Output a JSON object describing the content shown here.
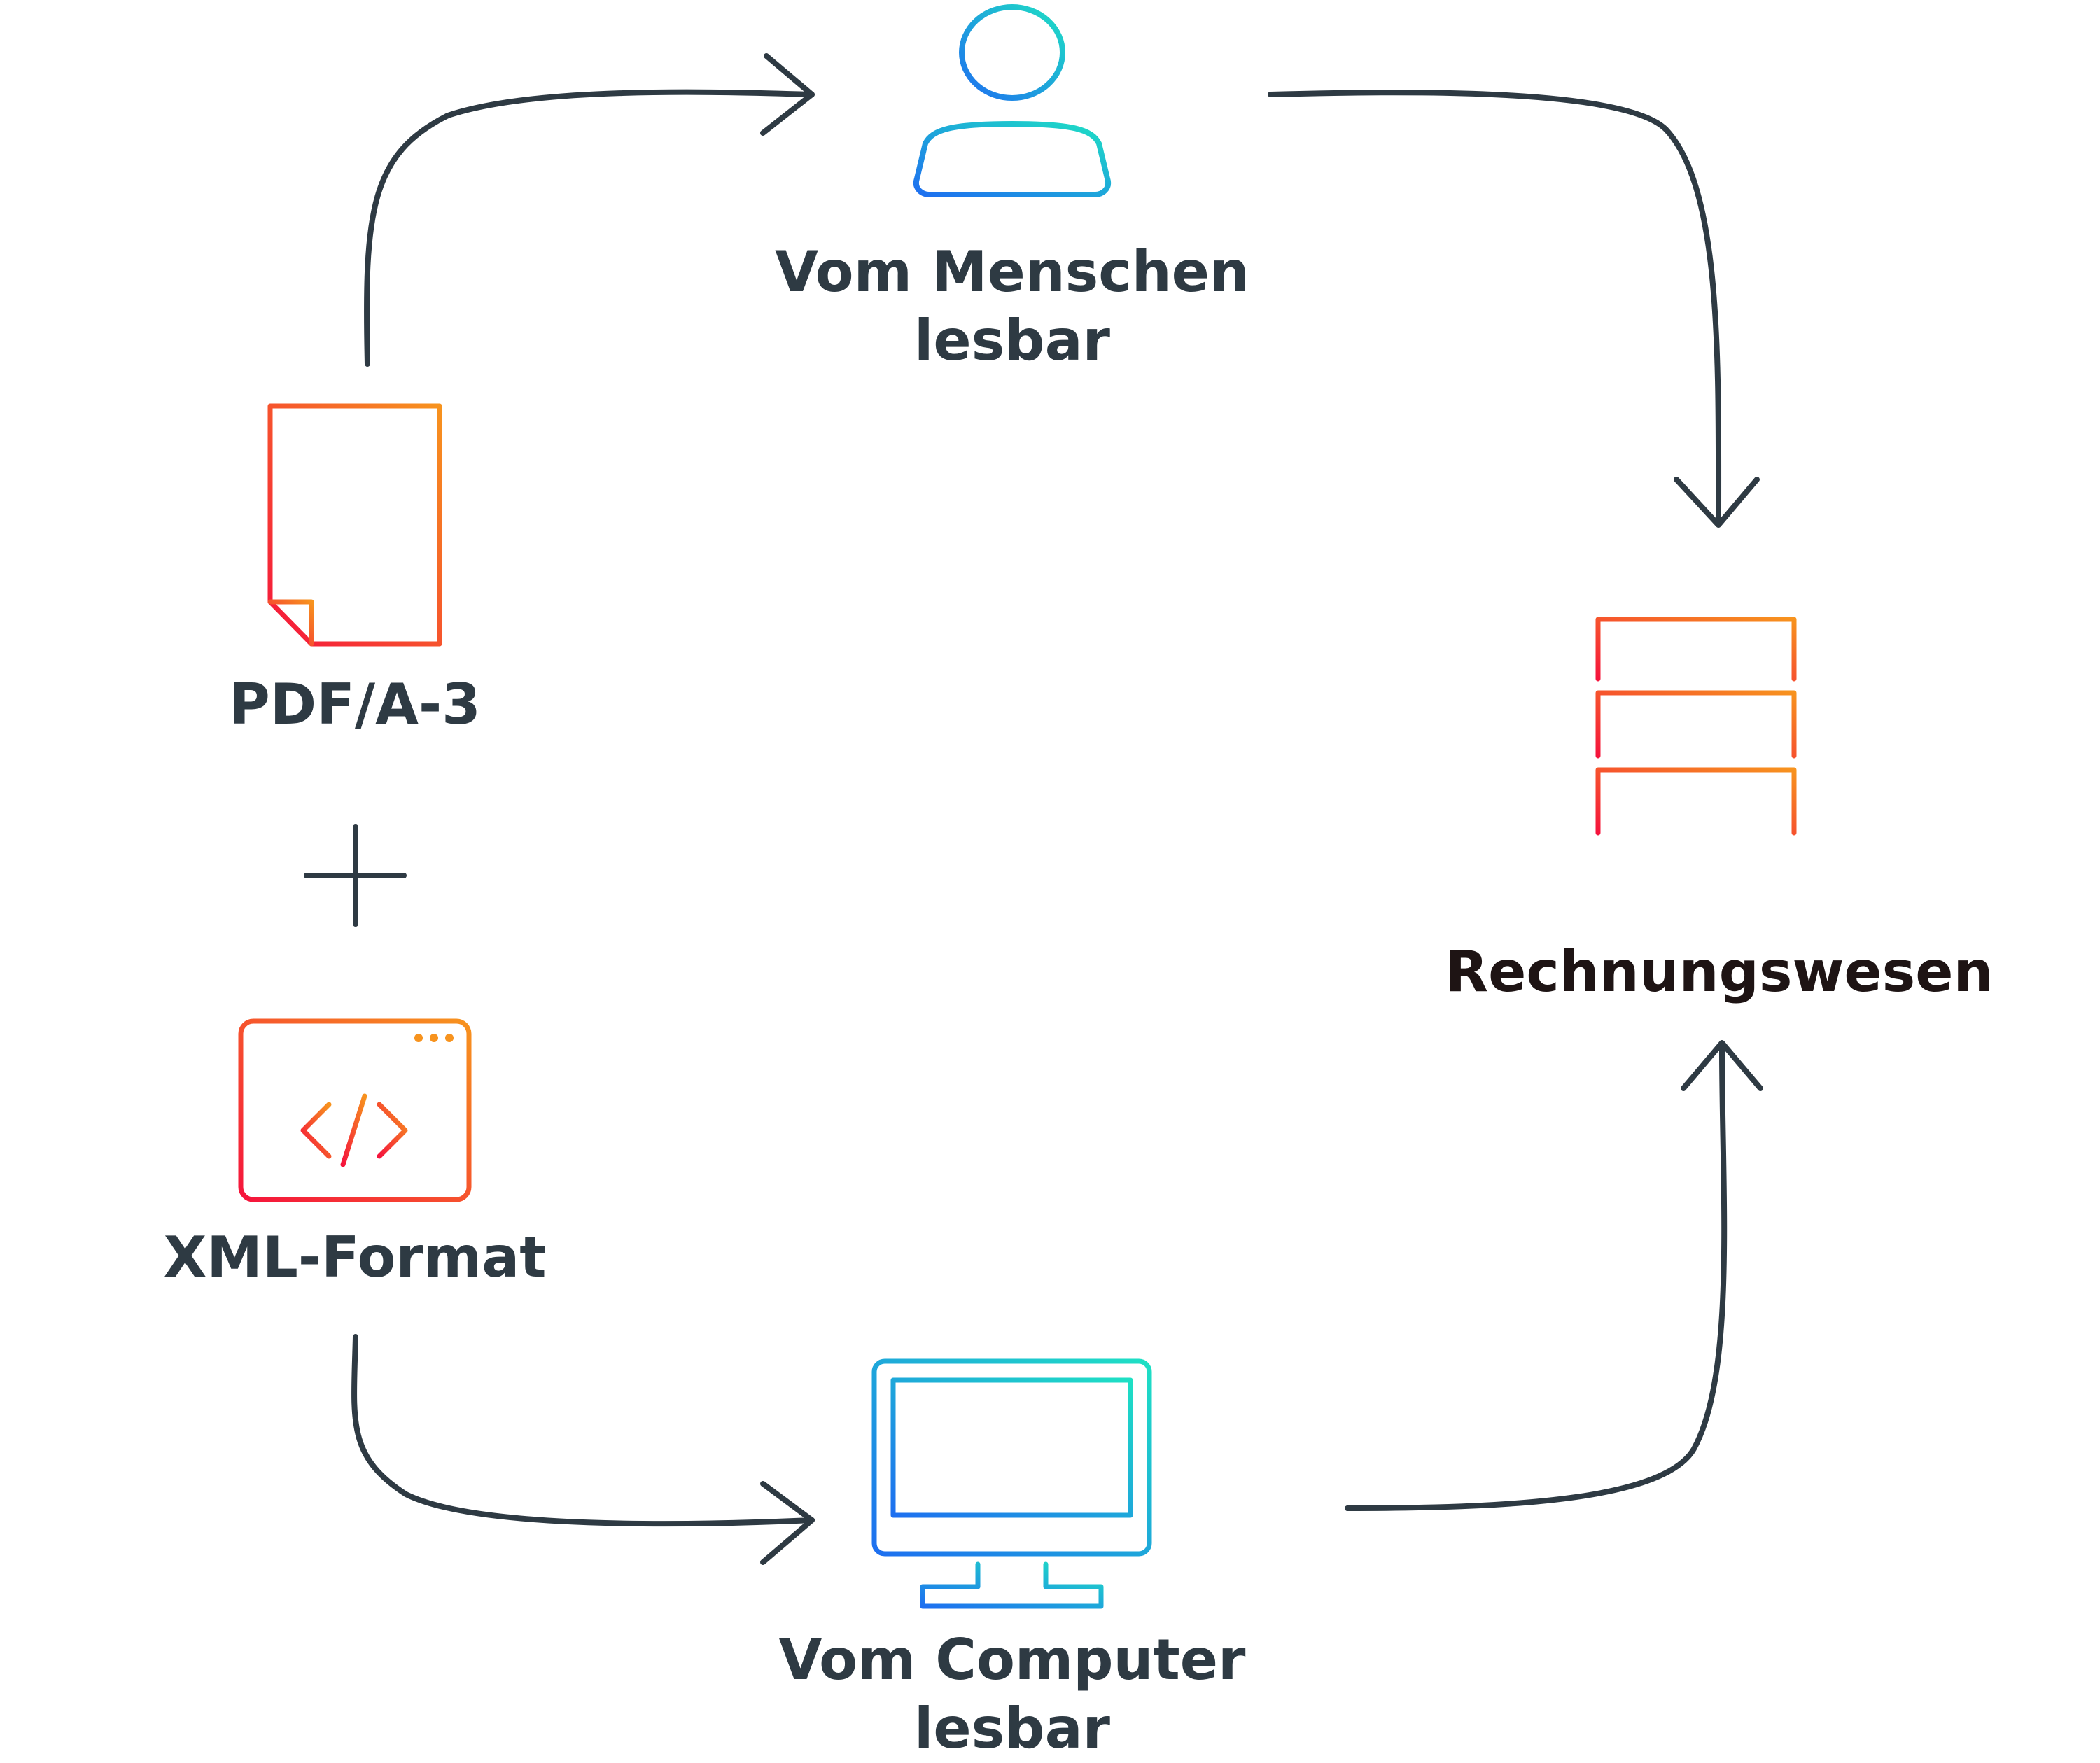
{
  "nodes": {
    "human": {
      "line1": "Vom Menschen",
      "line2": "lesbar",
      "icon": "person-icon"
    },
    "pdf": {
      "label": "PDF/A-3",
      "icon": "document-icon"
    },
    "combine": {
      "icon": "plus-icon"
    },
    "xml": {
      "label": "XML-Format",
      "icon": "code-window-icon"
    },
    "computer": {
      "line1": "Vom Computer",
      "line2": "lesbar",
      "icon": "monitor-icon"
    },
    "accounting": {
      "label": "Rechnungswesen",
      "icon": "server-stack-icon"
    }
  },
  "colors": {
    "text": "#2e3a43",
    "text_dark": "#1e1414",
    "arrow": "#2e3a43",
    "warm_start": "#f5143c",
    "warm_end": "#f7931e",
    "cool_start": "#1e6ff0",
    "cool_end": "#1ee0c4"
  }
}
